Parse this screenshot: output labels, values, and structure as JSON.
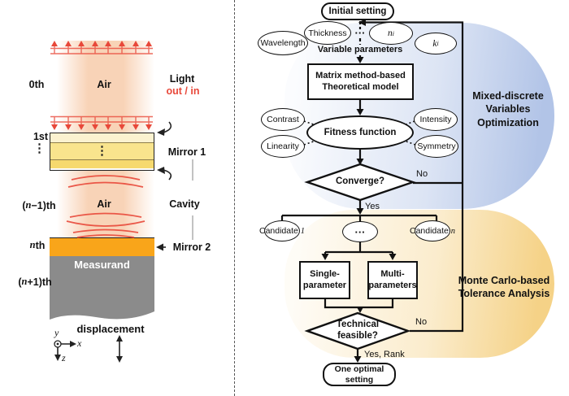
{
  "left": {
    "zeroth": "0th",
    "air_top": "Air",
    "light": "Light",
    "out_in": "out / in",
    "first": "1st",
    "vdots": "⋮",
    "mirror1": "Mirror 1",
    "nm1_pre": "(",
    "nm1_var": "n",
    "nm1_post": "−1)th",
    "air_mid": "Air",
    "cavity": "Cavity",
    "nth_var": "n",
    "nth_post": "th",
    "mirror2": "Mirror 2",
    "np1_pre": "(",
    "np1_var": "n",
    "np1_post": "+1)th",
    "measurand": "Measurand",
    "displacement": "displacement",
    "axis_x": "x",
    "axis_y": "y",
    "axis_z": "z"
  },
  "flow": {
    "initial": "Initial setting",
    "params": {
      "wavelength": "Wavelength",
      "thickness": "Thickness",
      "dots": "···",
      "n_var": "n",
      "n_sub": "i",
      "k_var": "k",
      "k_sub": "i"
    },
    "variable_parameters": "Variable parameters",
    "matrix1": "Matrix method-based",
    "matrix2": "Theoretical model",
    "fitness": "Fitness function",
    "satellites": {
      "contrast": "Contrast",
      "intensity": "Intensity",
      "linearity": "Linearity",
      "symmetry": "Symmetry"
    },
    "converge": "Converge?",
    "no1": "No",
    "yes1": "Yes",
    "cand1_text": "Candidate",
    "cand1_var": "1",
    "cand_dots": "···",
    "candn_text": "Candidate",
    "candn_var": "n",
    "single1": "Single-",
    "single2": "parameter",
    "multi1": "Multi-",
    "multi2": "parameters",
    "tech1": "Technical",
    "tech2": "feasible?",
    "no2": "No",
    "yes2": "Yes, Rank",
    "final1": "One optimal",
    "final2": "setting",
    "blue_label": "Mixed-discrete\nVariables\nOptimization",
    "yellow_label": "Monte Carlo-based\nTolerance Analysis"
  },
  "colors": {
    "accent_red": "#e8483a",
    "blue_blob": "#b2c4e7",
    "yellow_blob": "#f5d287",
    "mirror2_gold": "#f9a51a",
    "measurand_gray": "#8b8b8b",
    "mirror1_top": "#fbf2d0",
    "mirror1_mid": "#f9e48d",
    "mirror1_bot": "#f6d96e"
  }
}
